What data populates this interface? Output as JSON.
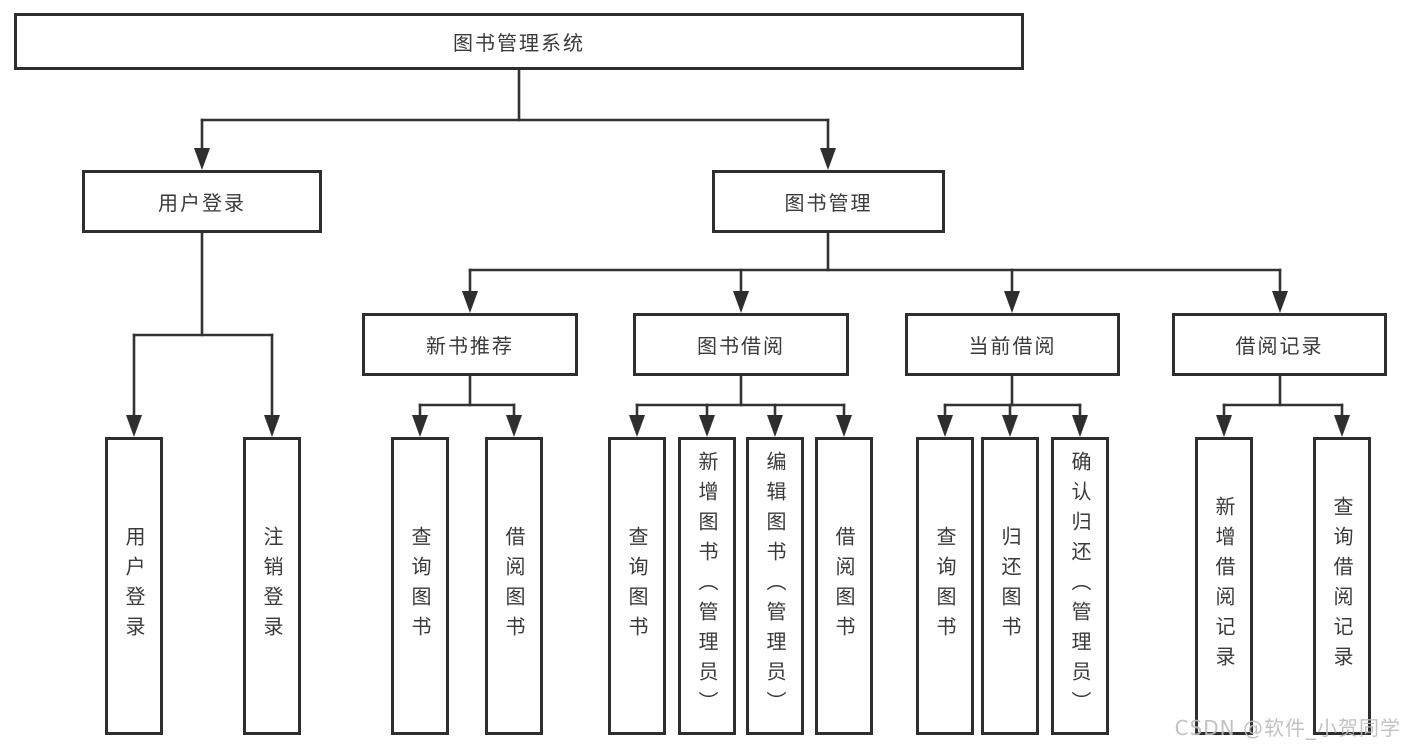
{
  "tree": {
    "label": "图书管理系统",
    "children": [
      {
        "label": "用户登录",
        "children": [
          {
            "label": "用户登录"
          },
          {
            "label": "注销登录"
          }
        ]
      },
      {
        "label": "图书管理",
        "children": [
          {
            "label": "新书推荐",
            "children": [
              {
                "label": "查询图书"
              },
              {
                "label": "借阅图书"
              }
            ]
          },
          {
            "label": "图书借阅",
            "children": [
              {
                "label": "查询图书"
              },
              {
                "label": "新增图书（管理员）"
              },
              {
                "label": "编辑图书（管理员）"
              },
              {
                "label": "借阅图书"
              }
            ]
          },
          {
            "label": "当前借阅",
            "children": [
              {
                "label": "查询图书"
              },
              {
                "label": "归还图书"
              },
              {
                "label": "确认归还（管理员）"
              }
            ]
          },
          {
            "label": "借阅记录",
            "children": [
              {
                "label": "新增借阅记录"
              },
              {
                "label": "查询借阅记录"
              }
            ]
          }
        ]
      }
    ]
  },
  "watermark": "CSDN @软件_小贺同学",
  "colors": {
    "line": "#333333",
    "box_border": "#2e2e2e",
    "text": "#3a3a3a",
    "watermark": "#bdbdbd",
    "background": "#ffffff"
  }
}
